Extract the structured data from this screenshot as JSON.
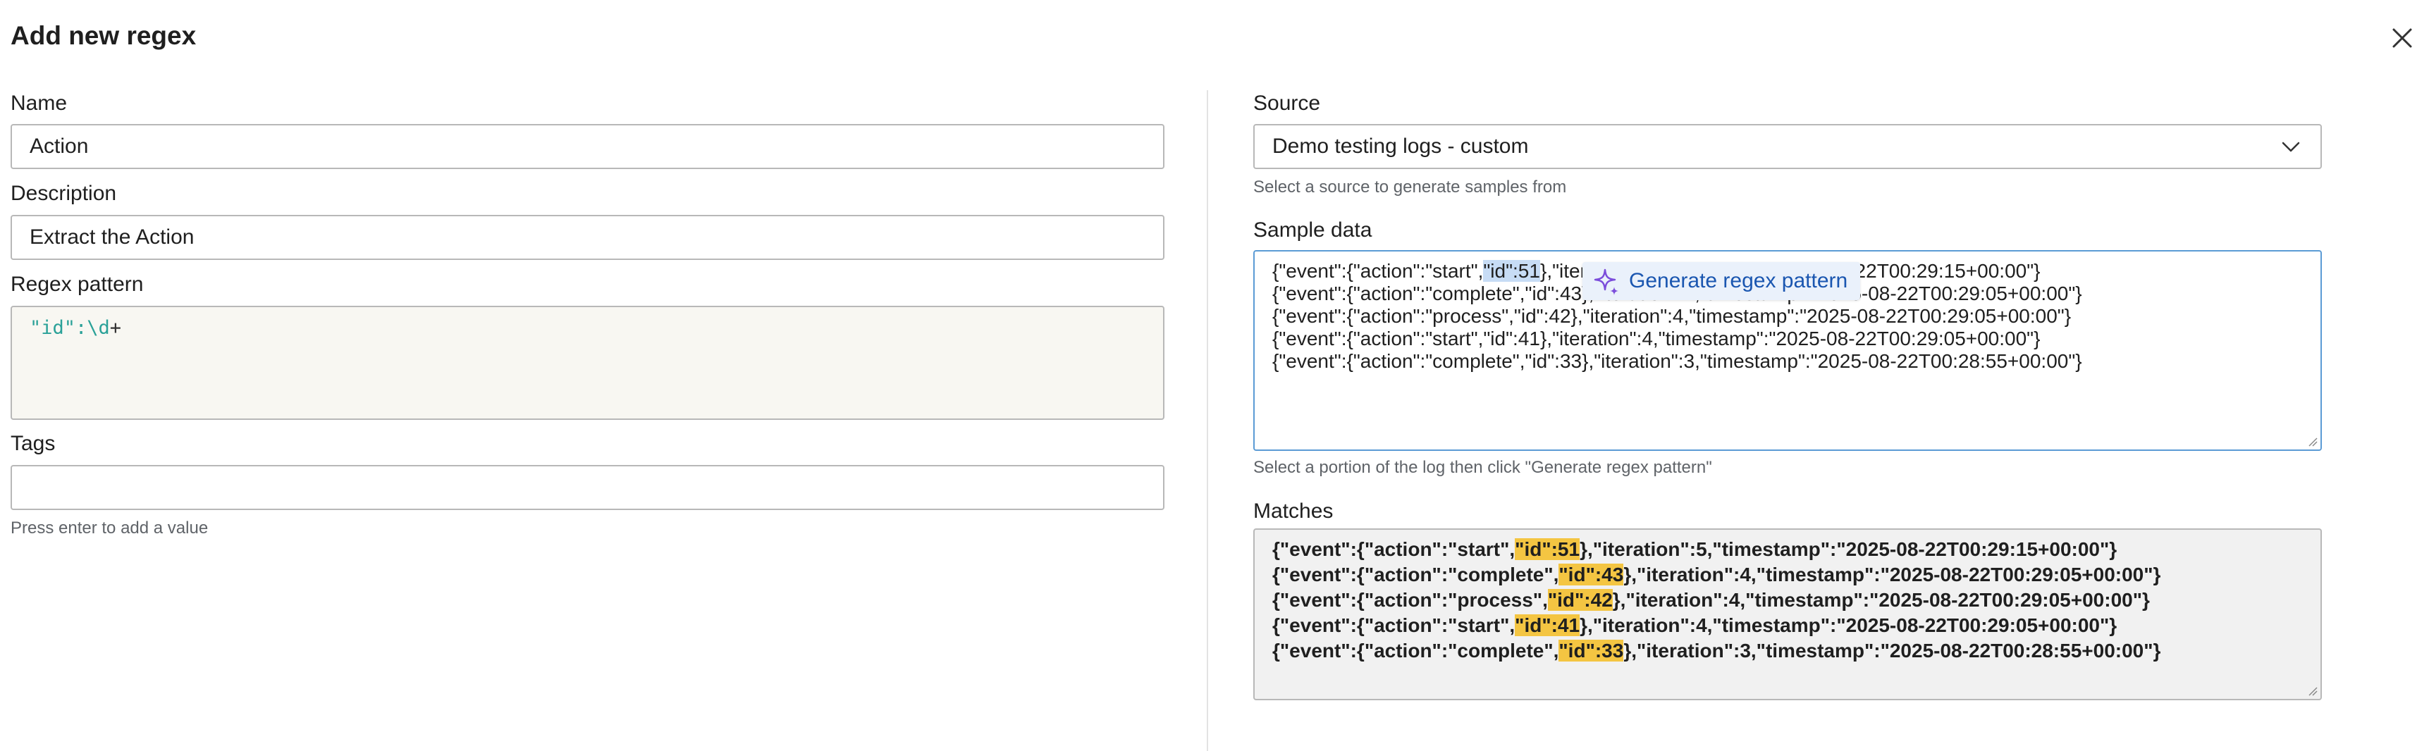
{
  "dialog": {
    "title": "Add new regex"
  },
  "left": {
    "name": {
      "label": "Name",
      "value": "Action"
    },
    "description": {
      "label": "Description",
      "value": "Extract the Action"
    },
    "regex": {
      "label": "Regex pattern",
      "str": "\"id\":",
      "esc": "\\d",
      "plus": "+"
    },
    "tags": {
      "label": "Tags",
      "value": "",
      "helper": "Press enter to add a value"
    }
  },
  "right": {
    "source": {
      "label": "Source",
      "value": "Demo testing logs - custom",
      "helper": "Select a source to generate samples from"
    },
    "sample": {
      "label": "Sample data",
      "helper": "Select a portion of the log then click \"Generate regex pattern\"",
      "popup_label": "Generate regex pattern",
      "line1_pre": "{\"event\":{\"action\":\"start\",",
      "line1_sel": "\"id\":51",
      "line1_post": "},\"iteration\":5,\"timestamp\":\"2025-08-22T00:29:15+00:00\"}",
      "lines": [
        "{\"event\":{\"action\":\"complete\",\"id\":43},\"iteration\":4,\"timestamp\":\"2025-08-22T00:29:05+00:00\"}",
        "{\"event\":{\"action\":\"process\",\"id\":42},\"iteration\":4,\"timestamp\":\"2025-08-22T00:29:05+00:00\"}",
        "{\"event\":{\"action\":\"start\",\"id\":41},\"iteration\":4,\"timestamp\":\"2025-08-22T00:29:05+00:00\"}",
        "{\"event\":{\"action\":\"complete\",\"id\":33},\"iteration\":3,\"timestamp\":\"2025-08-22T00:28:55+00:00\"}"
      ]
    },
    "matches": {
      "label": "Matches",
      "rows": [
        {
          "pre": "{\"event\":{\"action\":\"start\",",
          "match": "\"id\":51",
          "post": "},\"iteration\":5,\"timestamp\":\"2025-08-22T00:29:15+00:00\"}"
        },
        {
          "pre": "{\"event\":{\"action\":\"complete\",",
          "match": "\"id\":43",
          "post": "},\"iteration\":4,\"timestamp\":\"2025-08-22T00:29:05+00:00\"}"
        },
        {
          "pre": "{\"event\":{\"action\":\"process\",",
          "match": "\"id\":42",
          "post": "},\"iteration\":4,\"timestamp\":\"2025-08-22T00:29:05+00:00\"}"
        },
        {
          "pre": "{\"event\":{\"action\":\"start\",",
          "match": "\"id\":41",
          "post": "},\"iteration\":4,\"timestamp\":\"2025-08-22T00:29:05+00:00\"}"
        },
        {
          "pre": "{\"event\":{\"action\":\"complete\",",
          "match": "\"id\":33",
          "post": "},\"iteration\":3,\"timestamp\":\"2025-08-22T00:28:55+00:00\"}"
        }
      ]
    }
  },
  "colors": {
    "highlight": "#f4c542",
    "selection": "#c7dcf5",
    "accent": "#1a56b0",
    "focus_border": "#5b9bd5"
  },
  "icons": {
    "close": "close-icon",
    "dropdown": "chevron-down-icon",
    "ai": "sparkle-icon"
  }
}
